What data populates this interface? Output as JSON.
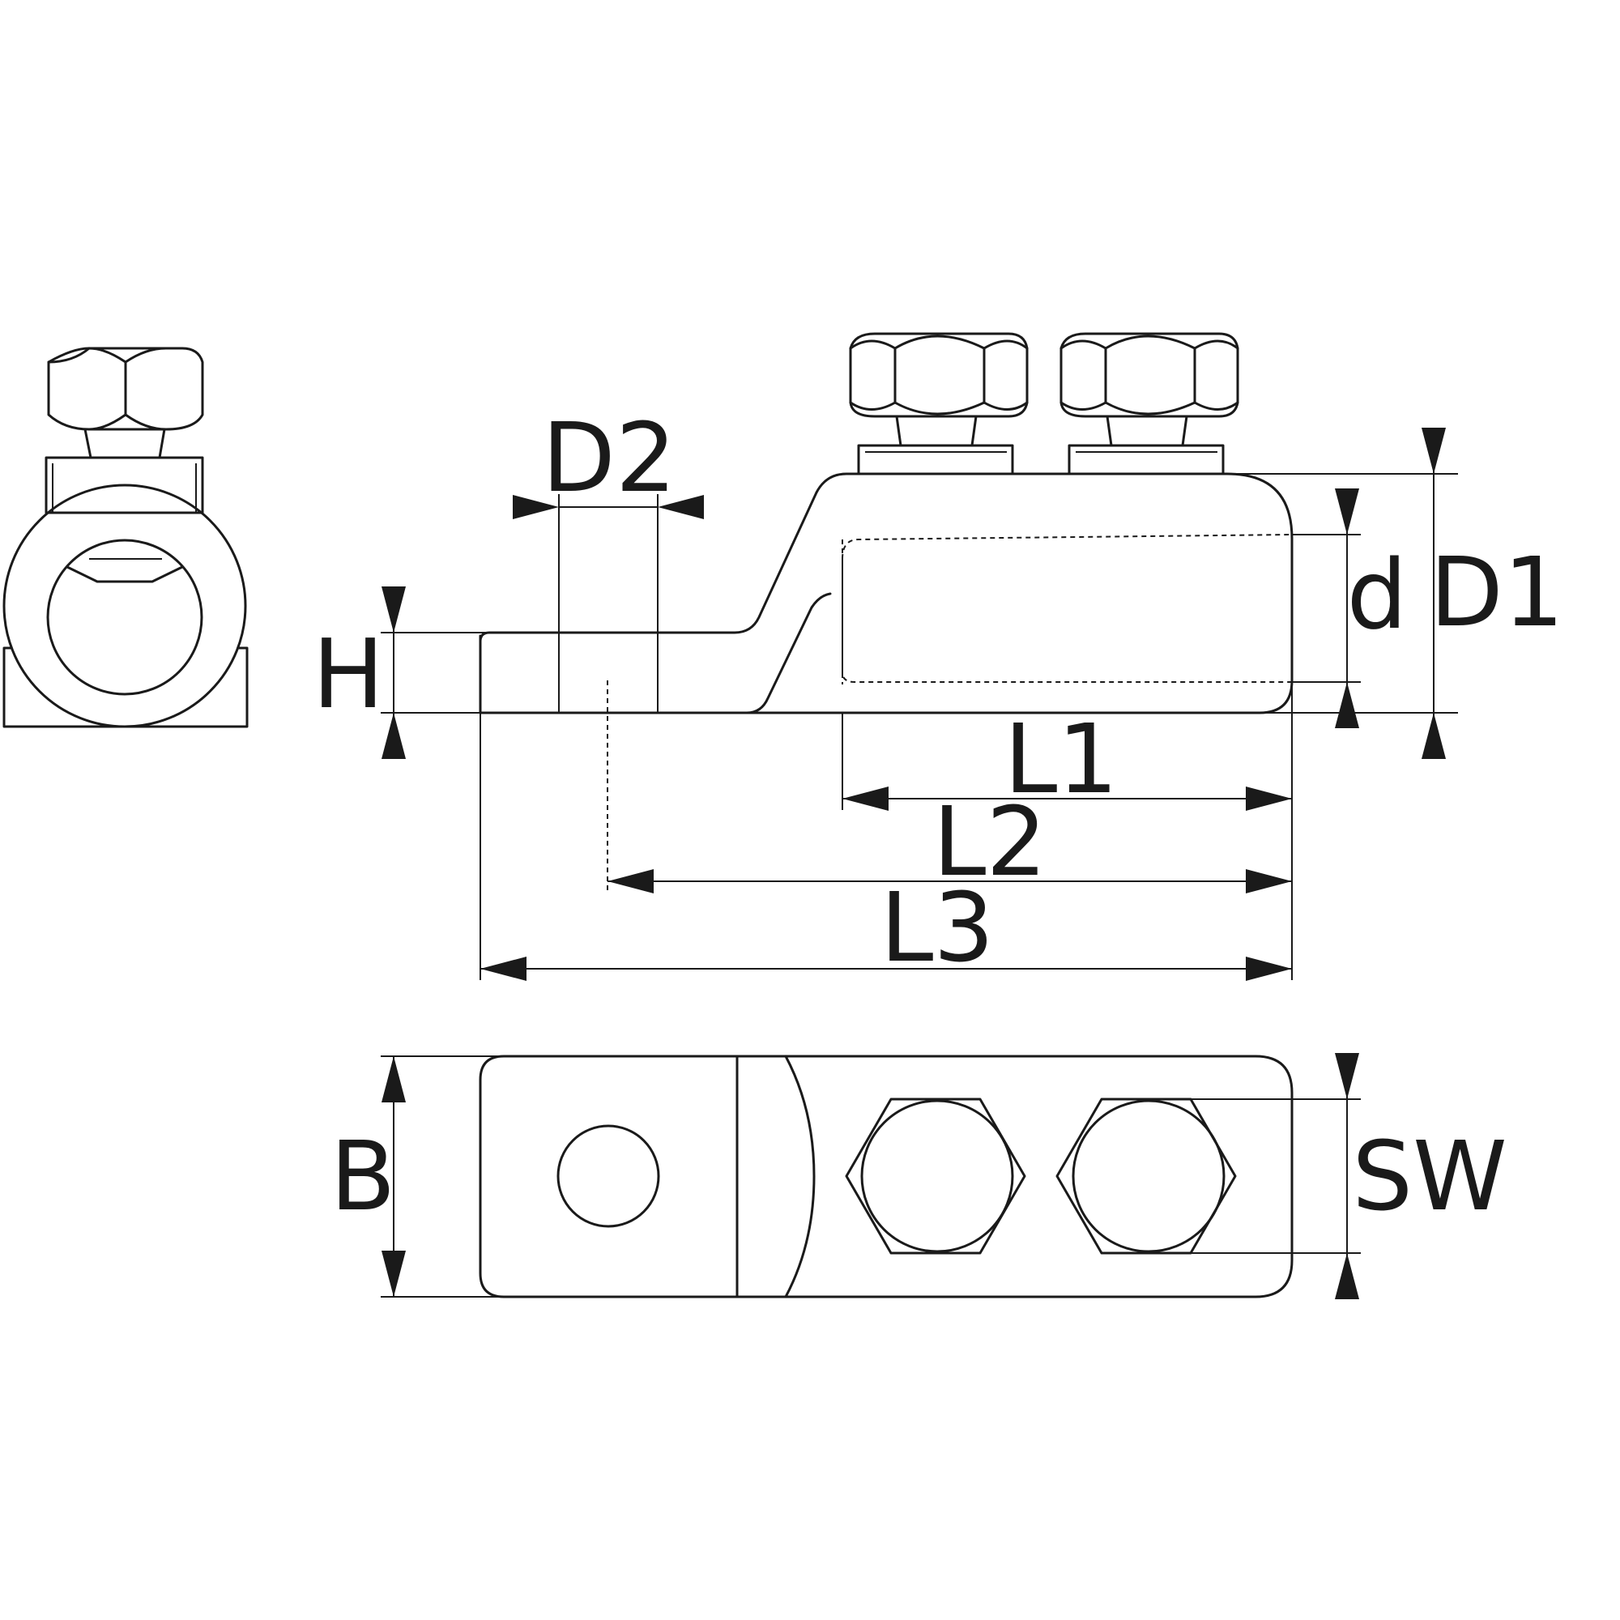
{
  "dimensions": {
    "d2": "D2",
    "h": "H",
    "d": "d",
    "d1": "D1",
    "l1": "L1",
    "l2": "L2",
    "l3": "L3",
    "b": "B",
    "sw": "SW"
  }
}
